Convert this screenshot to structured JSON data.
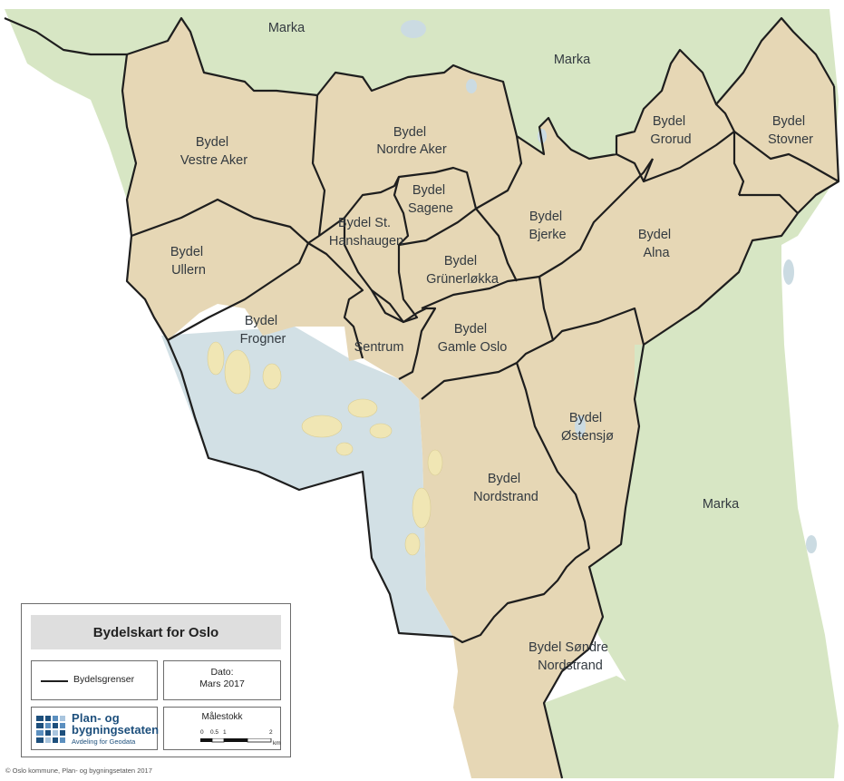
{
  "map": {
    "colors": {
      "district_fill": "#e6d7b5",
      "forest": "#d7e6c4",
      "water": "#d2e0e5",
      "boundary": "#1e1e1e",
      "island": "#f0e6b4"
    },
    "marka_labels": [
      "Marka",
      "Marka",
      "Marka"
    ],
    "districts": [
      {
        "id": "vestre-aker",
        "lines": [
          "Bydel",
          "Vestre Aker"
        ]
      },
      {
        "id": "nordre-aker",
        "lines": [
          "Bydel",
          "Nordre Aker"
        ]
      },
      {
        "id": "grorud",
        "lines": [
          "Bydel",
          "Grorud"
        ]
      },
      {
        "id": "stovner",
        "lines": [
          "Bydel",
          "Stovner"
        ]
      },
      {
        "id": "sagene",
        "lines": [
          "Bydel",
          "Sagene"
        ]
      },
      {
        "id": "st-hanshaugen",
        "lines": [
          "Bydel St.",
          "Hanshaugen"
        ]
      },
      {
        "id": "bjerke",
        "lines": [
          "Bydel",
          "Bjerke"
        ]
      },
      {
        "id": "alna",
        "lines": [
          "Bydel",
          "Alna"
        ]
      },
      {
        "id": "ullern",
        "lines": [
          "Bydel",
          "Ullern"
        ]
      },
      {
        "id": "grunerlokka",
        "lines": [
          "Bydel",
          "Grünerløkka"
        ]
      },
      {
        "id": "frogner",
        "lines": [
          "Bydel",
          "Frogner"
        ]
      },
      {
        "id": "sentrum",
        "lines": [
          "Sentrum"
        ]
      },
      {
        "id": "gamle-oslo",
        "lines": [
          "Bydel",
          "Gamle Oslo"
        ]
      },
      {
        "id": "ostensjo",
        "lines": [
          "Bydel",
          "Østensjø"
        ]
      },
      {
        "id": "nordstrand",
        "lines": [
          "Bydel",
          "Nordstrand"
        ]
      },
      {
        "id": "sondre-nordstrand",
        "lines": [
          "Bydel Søndre",
          "Nordstrand"
        ]
      }
    ]
  },
  "legend": {
    "title": "Bydelskart for Oslo",
    "boundary_label": "Bydelsgrenser",
    "date_label": "Dato:",
    "date_value": "Mars 2017",
    "logo_icon": "pbe-logo-icon",
    "logo_line1": "Plan- og",
    "logo_line2": "bygningsetaten",
    "logo_line3": "Avdeling for Geodata",
    "scale_title": "Målestokk",
    "scale_ticks": [
      "0",
      "0.5",
      "1",
      "2"
    ],
    "scale_unit": "km"
  },
  "credit": "© Oslo kommune, Plan- og bygningsetaten 2017"
}
